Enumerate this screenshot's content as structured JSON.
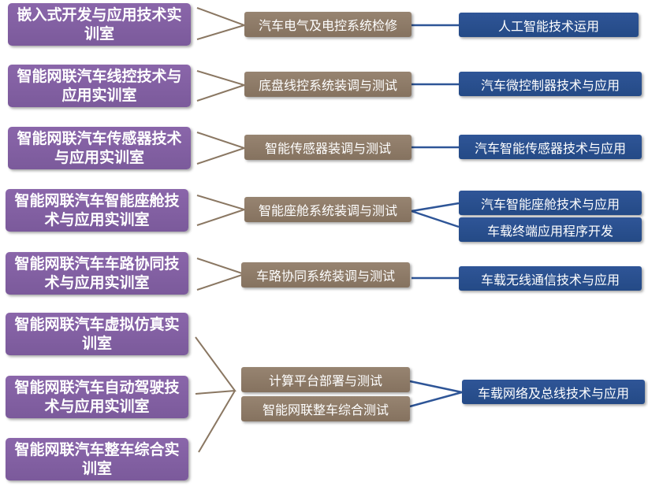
{
  "labs": [
    "嵌入式开发与应用技术实训室",
    "智能网联汽车线控技术与应用实训室",
    "智能网联汽车传感器技术与应用实训室",
    "智能网联汽车智能座舱技术与应用实训室",
    "智能网联汽车车路协同技术与应用实训室",
    "智能网联汽车虚拟仿真实训室",
    "智能网联汽车自动驾驶技术与应用实训室",
    "智能网联汽车整车综合实训室"
  ],
  "tasks": [
    "汽车电气及电控系统检修",
    "底盘线控系统装调与测试",
    "智能传感器装调与测试",
    "智能座舱系统装调与测试",
    "车路协同系统装调与测试",
    "计算平台部署与测试",
    "智能网联整车综合测试"
  ],
  "courses": [
    "人工智能技术运用",
    "汽车微控制器技术与应用",
    "汽车智能传感器技术与应用",
    "汽车智能座舱技术与应用",
    "车载终端应用程序开发",
    "车载无线通信技术与应用",
    "车载网络及总线技术与应用"
  ],
  "colors": {
    "lab": "#7b5a9b",
    "task": "#8a7762",
    "course": "#2a4f8f",
    "lab_task_connector": "#8a7762",
    "task_course_connector": "#2e5597"
  }
}
